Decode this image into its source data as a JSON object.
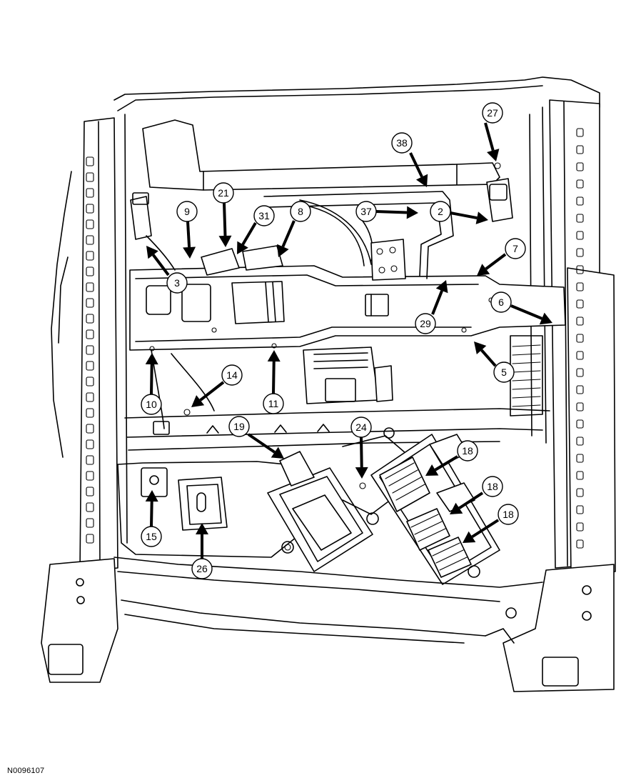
{
  "figure_id": "N0096107",
  "callouts": [
    "27",
    "38",
    "2",
    "37",
    "9",
    "21",
    "31",
    "8",
    "3",
    "7",
    "6",
    "29",
    "5",
    "10",
    "11",
    "14",
    "19",
    "24",
    "18",
    "18",
    "18",
    "15",
    "26"
  ]
}
